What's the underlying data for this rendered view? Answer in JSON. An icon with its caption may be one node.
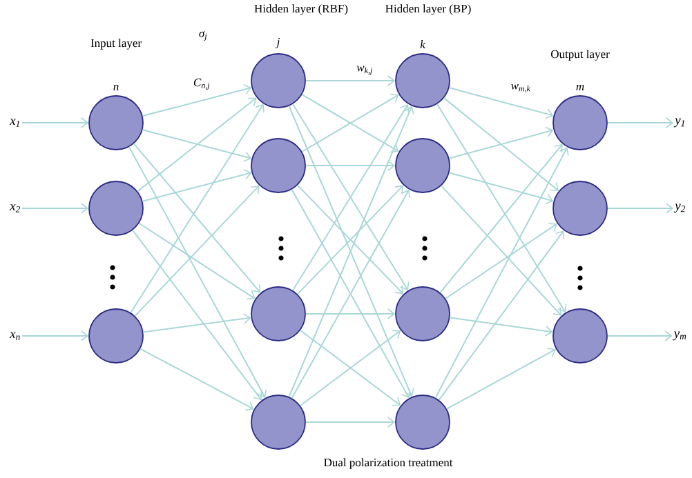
{
  "diagram": {
    "nodes": [
      {
        "text": [
          "x$_{1}$"
        ]
      },
      {
        "text": [
          "x$_{2}$"
        ]
      },
      {
        "text": [
          "x$_{n}$"
        ]
      },
      {
        "text": [],
        "shape": "circle",
        "beside": [
          "n"
        ]
      },
      {
        "text": [],
        "shape": "circle"
      },
      {
        "text": [],
        "shape": "circle"
      },
      {
        "text": [],
        "shape": "circle",
        "beside": [
          "j"
        ]
      },
      {
        "text": [],
        "shape": "circle"
      },
      {
        "text": [],
        "shape": "circle"
      },
      {
        "text": [],
        "shape": "circle"
      },
      {
        "text": [],
        "shape": "circle",
        "beside": [
          "k"
        ]
      },
      {
        "text": [],
        "shape": "circle"
      },
      {
        "text": [],
        "shape": "circle"
      },
      {
        "text": [],
        "shape": "circle"
      },
      {
        "text": [],
        "shape": "circle",
        "beside": [
          "m"
        ]
      },
      {
        "text": [],
        "shape": "circle"
      },
      {
        "text": [],
        "shape": "circle"
      },
      {
        "text": [
          "y$_{1}$"
        ]
      },
      {
        "text": [
          "y$_{2}$"
        ]
      },
      {
        "text": [
          "y$_{m}$"
        ]
      }
    ],
    "edges": [
      {
        "from": 0,
        "to": 3,
        "arrow": "to"
      },
      {
        "from": 1,
        "to": 4,
        "arrow": "to"
      },
      {
        "from": 2,
        "to": 5,
        "arrow": "to"
      },
      {
        "from": 3,
        "to": 6,
        "arrow": "to"
      },
      {
        "from": 3,
        "to": 7,
        "arrow": "to"
      },
      {
        "from": 3,
        "to": 8,
        "arrow": "to"
      },
      {
        "from": 3,
        "to": 9,
        "arrow": "to"
      },
      {
        "from": 4,
        "to": 6,
        "arrow": "to"
      },
      {
        "from": 4,
        "to": 7,
        "arrow": "to"
      },
      {
        "from": 4,
        "to": 8,
        "arrow": "to"
      },
      {
        "from": 4,
        "to": 9,
        "arrow": "to"
      },
      {
        "from": 5,
        "to": 6,
        "arrow": "to"
      },
      {
        "from": 5,
        "to": 7,
        "arrow": "to"
      },
      {
        "from": 5,
        "to": 8,
        "arrow": "to"
      },
      {
        "from": 5,
        "to": 9,
        "arrow": "to"
      },
      {
        "from": 6,
        "to": 10,
        "arrow": "to"
      },
      {
        "from": 6,
        "to": 11,
        "arrow": "to"
      },
      {
        "from": 6,
        "to": 12,
        "arrow": "to"
      },
      {
        "from": 6,
        "to": 13,
        "arrow": "to"
      },
      {
        "from": 7,
        "to": 10,
        "arrow": "to"
      },
      {
        "from": 7,
        "to": 11,
        "arrow": "to"
      },
      {
        "from": 7,
        "to": 12,
        "arrow": "to"
      },
      {
        "from": 7,
        "to": 13,
        "arrow": "to"
      },
      {
        "from": 8,
        "to": 10,
        "arrow": "to"
      },
      {
        "from": 8,
        "to": 11,
        "arrow": "to"
      },
      {
        "from": 8,
        "to": 12,
        "arrow": "to"
      },
      {
        "from": 8,
        "to": 13,
        "arrow": "to"
      },
      {
        "from": 9,
        "to": 10,
        "arrow": "to"
      },
      {
        "from": 9,
        "to": 11,
        "arrow": "to"
      },
      {
        "from": 9,
        "to": 12,
        "arrow": "to"
      },
      {
        "from": 9,
        "to": 13,
        "arrow": "to"
      },
      {
        "from": 10,
        "to": 14,
        "arrow": "to"
      },
      {
        "from": 10,
        "to": 15,
        "arrow": "to"
      },
      {
        "from": 10,
        "to": 16,
        "arrow": "to"
      },
      {
        "from": 11,
        "to": 14,
        "arrow": "to"
      },
      {
        "from": 11,
        "to": 15,
        "arrow": "to"
      },
      {
        "from": 11,
        "to": 16,
        "arrow": "to"
      },
      {
        "from": 12,
        "to": 14,
        "arrow": "to"
      },
      {
        "from": 12,
        "to": 15,
        "arrow": "to"
      },
      {
        "from": 12,
        "to": 16,
        "arrow": "to"
      },
      {
        "from": 13,
        "to": 14,
        "arrow": "to"
      },
      {
        "from": 13,
        "to": 15,
        "arrow": "to"
      },
      {
        "from": 13,
        "to": 16,
        "arrow": "to"
      },
      {
        "from": 14,
        "to": 17,
        "arrow": "to"
      },
      {
        "from": 15,
        "to": 18,
        "arrow": "to"
      },
      {
        "from": 16,
        "to": 19,
        "arrow": "to"
      }
    ],
    "labels": [
      "Hidden layer (RBF)",
      "Hidden layer (BP)",
      "Input layer",
      "σ$_{j}$",
      "Output layer",
      "w$_{k,j}$",
      "C$_{n,j}$",
      "w$_{m,k}$",
      "Dual polarization treatment"
    ]
  }
}
